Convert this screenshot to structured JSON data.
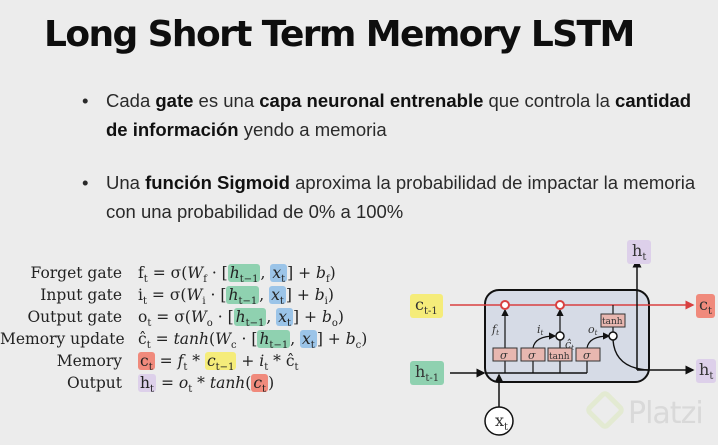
{
  "title": "Long Short Term Memory LSTM",
  "bullets": [
    {
      "segments": [
        {
          "text": "Cada ",
          "bold": false
        },
        {
          "text": "gate",
          "bold": true
        },
        {
          "text": " es una ",
          "bold": false
        },
        {
          "text": "capa neuronal entrenable",
          "bold": true
        },
        {
          "text": " que controla la ",
          "bold": false
        },
        {
          "text": "cantidad de información",
          "bold": true
        },
        {
          "text": " yendo a memoria",
          "bold": false
        }
      ]
    },
    {
      "segments": [
        {
          "text": "Una ",
          "bold": false
        },
        {
          "text": "función Sigmoid",
          "bold": true
        },
        {
          "text": " aproxima la probabilidad de impactar la memoria con una probabilidad de 0% a 100%",
          "bold": false
        }
      ]
    }
  ],
  "bullet_symbol": "•",
  "equations": [
    {
      "label": "Forget gate",
      "lhs": "f",
      "formula": "σ(W_f · [h_{t−1}, x_t] + b_f)"
    },
    {
      "label": "Input gate",
      "lhs": "i",
      "formula": "σ(W_i · [h_{t−1}, x_t] + b_i)"
    },
    {
      "label": "Output gate",
      "lhs": "o",
      "formula": "σ(W_o · [h_{t−1}, x_t] + b_o)"
    },
    {
      "label": "Memory update",
      "lhs": "ĉ",
      "formula": "tanh(W_c · [h_{t−1}, x_t] + b_c)"
    },
    {
      "label": "Memory",
      "lhs": "c",
      "formula": "f_t * c_{t−1} + i_t * ĉ_t"
    },
    {
      "label": "Output",
      "lhs": "h",
      "formula": "o_t * tanh(c_t)"
    }
  ],
  "diagram": {
    "inputs": {
      "c_prev": "c",
      "c_prev_sub": "t-1",
      "h_prev": "h",
      "h_prev_sub": "t-1",
      "x": "x",
      "x_sub": "t"
    },
    "outputs": {
      "c": "c",
      "c_sub": "t",
      "h_top": "h",
      "h_top_sub": "t",
      "h_right": "h",
      "h_right_sub": "t"
    },
    "gate_labels": [
      "f",
      "i",
      "ĉ",
      "o"
    ],
    "gate_sub": "t",
    "blocks": [
      "σ",
      "σ",
      "tanh",
      "σ",
      "tanh"
    ]
  },
  "colors": {
    "background": "#ececec",
    "green": "#8fd1b0",
    "blue": "#9bc4e8",
    "red": "#f08a7c",
    "yellow": "#f5ec7a",
    "purple": "#ddd0ea",
    "cell_line": "#d94040",
    "cell_body": "#d6dbe6",
    "gate_block": "#e8b7b0"
  },
  "watermark": "Platzi"
}
